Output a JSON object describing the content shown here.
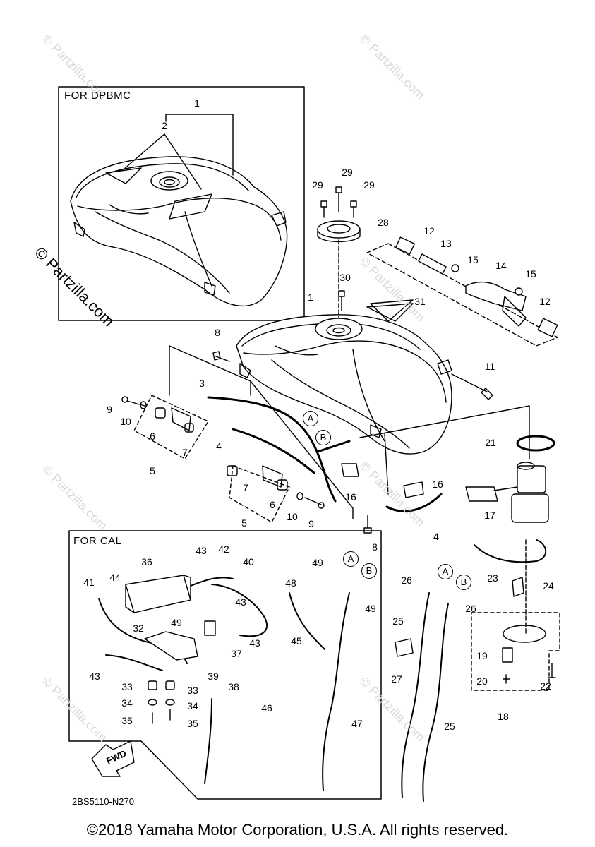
{
  "watermark": "© Partzilla.com",
  "boxes": {
    "dpbmc_label": "FOR DPBMC",
    "cal_label": "FOR CAL"
  },
  "circled_refs": [
    "A",
    "B"
  ],
  "fwd_label": "FWD",
  "diagram_code": "2BS5110-N270",
  "copyright": "©2018 Yamaha Motor Corporation, U.S.A. All rights reserved.",
  "callouts": [
    "1",
    "2",
    "3",
    "4",
    "5",
    "6",
    "7",
    "8",
    "9",
    "10",
    "11",
    "12",
    "13",
    "14",
    "15",
    "16",
    "17",
    "18",
    "19",
    "20",
    "21",
    "22",
    "23",
    "24",
    "25",
    "26",
    "27",
    "28",
    "29",
    "30",
    "31",
    "32",
    "33",
    "34",
    "35",
    "36",
    "37",
    "38",
    "39",
    "40",
    "41",
    "42",
    "43",
    "44",
    "45",
    "46",
    "47",
    "48",
    "49"
  ]
}
